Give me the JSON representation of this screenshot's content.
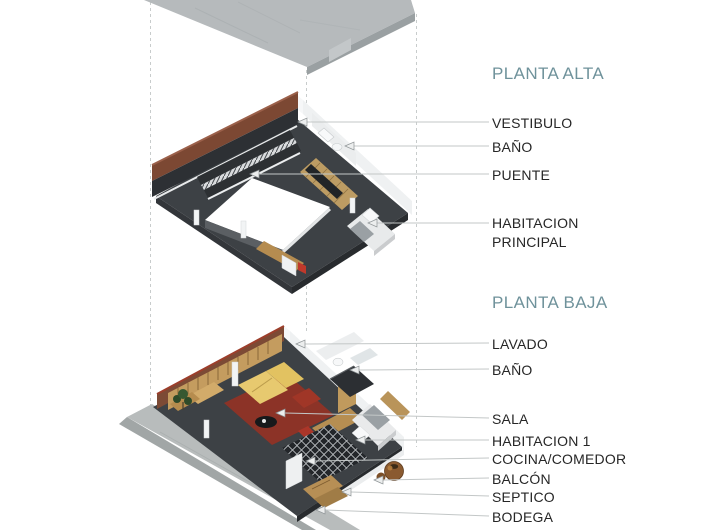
{
  "headings": {
    "planta_alta": "PLANTA ALTA",
    "planta_baja": "PLANTA BAJA"
  },
  "rooms_planta_alta": {
    "vestibulo": "VESTIBULO",
    "bano": "BAÑO",
    "puente": "PUENTE",
    "habitacion_principal": "HABITACION\nPRINCIPAL"
  },
  "rooms_planta_baja": {
    "lavado": "LAVADO",
    "bano": "BAÑO",
    "sala": "SALA",
    "habitacion_1": "HABITACION 1",
    "cocina_comedor": "COCINA/COMEDOR",
    "balcon": "BALCÓN",
    "septico": "SEPTICO",
    "bodega": "BODEGA"
  },
  "colors": {
    "heading_accent": "#6f929b",
    "label_text": "#262626",
    "leader_line": "#c3c7c7",
    "dashed_guide": "#c8cccc",
    "floor_dark": "#3d4145",
    "wall_wood_brown": "#7c4934",
    "wood_light": "#c49c5f",
    "concrete_gray": "#b6babc",
    "white_wall": "#eff1f2",
    "sofa_yellow": "#e7c96f",
    "rug_red": "#8c3327",
    "chair_red": "#ab3629"
  }
}
